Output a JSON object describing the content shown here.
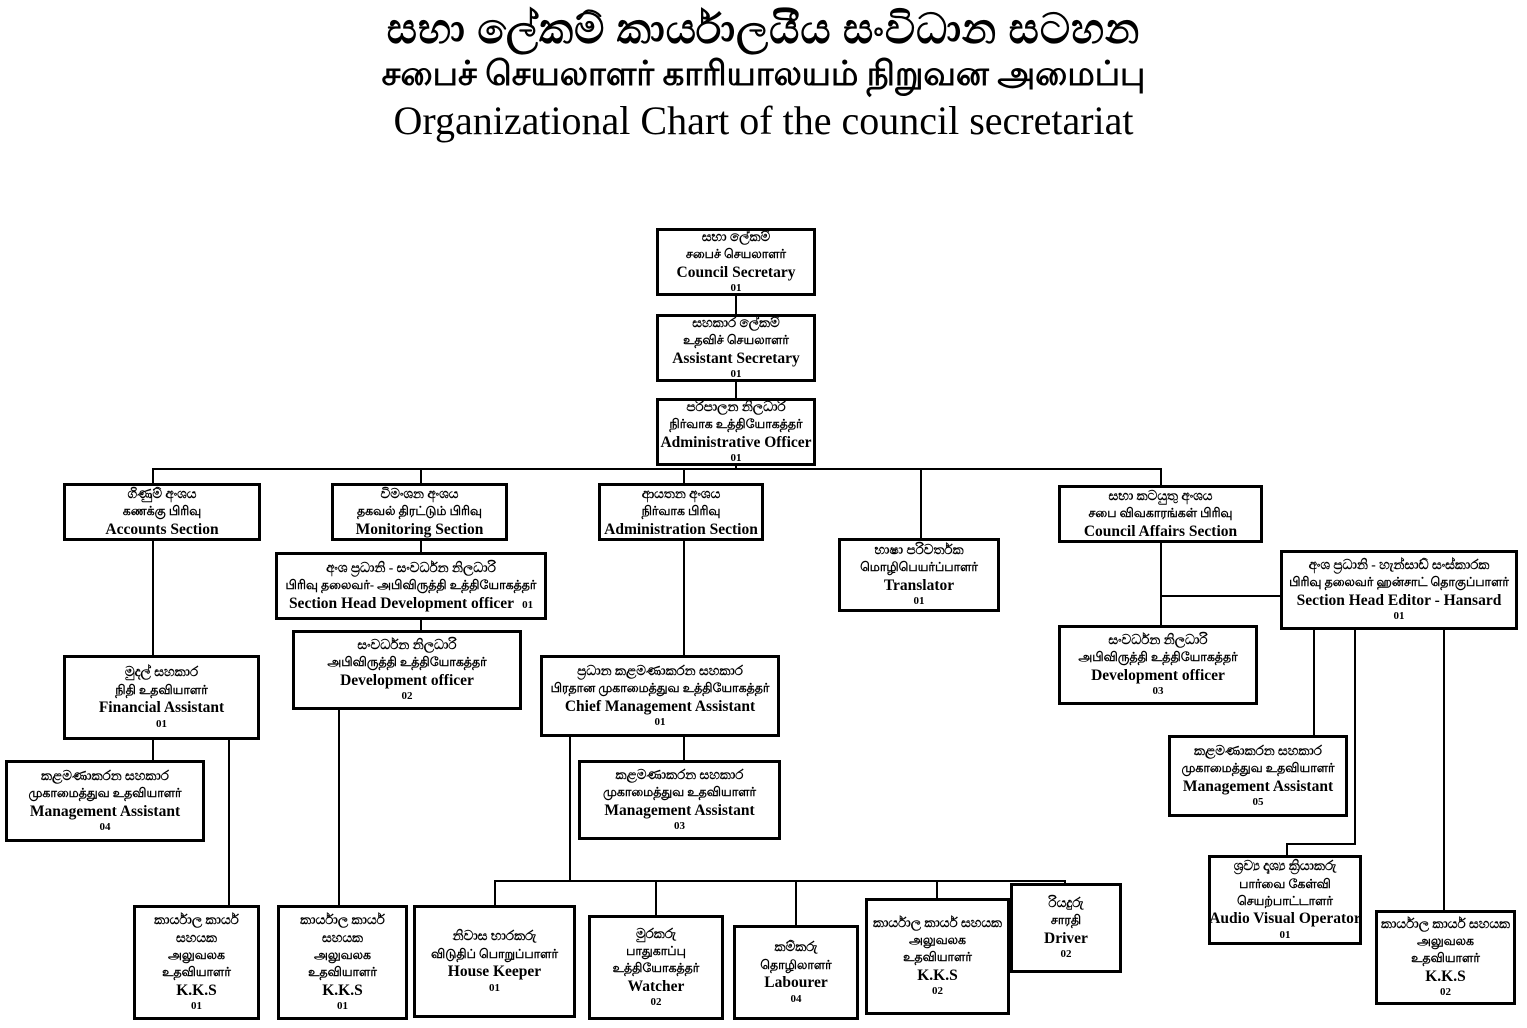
{
  "title": {
    "sinhala": "සභා ලේකම් කාර්යාලයීය සංවිධාන සටහන",
    "tamil": "சபைச் செயலாளர் காரியாலயம் நிறுவன அமைப்பு",
    "english": "Organizational  Chart of the council secretariat"
  },
  "nodes": {
    "council_secretary": {
      "si": [
        "සභා ලේකම්"
      ],
      "ta": [
        "சபைச் செயலாளர்"
      ],
      "en": "Council Secretary",
      "count": "01"
    },
    "assistant_secretary": {
      "si": [
        "සහකාර ලේකම්"
      ],
      "ta": [
        "உதவிச் செயலாளர்"
      ],
      "en": "Assistant Secretary",
      "count": "01"
    },
    "administrative_officer": {
      "si": [
        "පරිපාලන නිලධාරි"
      ],
      "ta": [
        "நிர்வாக உத்தியோகத்தர்"
      ],
      "en": "Administrative Officer",
      "count": "01"
    },
    "accounts_section": {
      "si": [
        "ගිණුම් අංශය"
      ],
      "ta": [
        "கணக்கு பிரிவு"
      ],
      "en": "Accounts Section"
    },
    "monitoring_section": {
      "si": [
        "විමංශන අංශය"
      ],
      "ta": [
        "தகவல் திரட்டும் பிரிவு"
      ],
      "en": "Monitoring Section"
    },
    "administration_section": {
      "si": [
        "ආයතන අංශය"
      ],
      "ta": [
        "நிர்வாக பிரிவு"
      ],
      "en": "Administration Section"
    },
    "council_affairs_section": {
      "si": [
        "සභා කටයුතු අංශය"
      ],
      "ta": [
        "சபை விவகாரங்கள் பிரிவு"
      ],
      "en": "Council Affairs Section"
    },
    "section_head_development_officer": {
      "si": [
        "අංශ ප්‍රධානි - සංවර්ධන නිලධාරි"
      ],
      "ta": [
        "பிரிவு தலைவர்- அபிவிருத்தி உத்தியோகத்தர்"
      ],
      "en": "Section Head  Development officer",
      "count": "01",
      "count_inline": true
    },
    "translator": {
      "si": [
        "භාෂා පරිවර්තක"
      ],
      "ta": [
        "மொழிபெயர்ப்பாளர்"
      ],
      "en": "Translator",
      "count": "01"
    },
    "section_head_editor_hansard": {
      "si": [
        "අංශ ප්‍රධානි - හැන්සාඩ් සංස්කාරක"
      ],
      "ta": [
        "பிரிவு தலைவர் ஹன்சாட் தொகுப்பாளர்"
      ],
      "en": "Section Head  Editor - Hansard",
      "count": "01"
    },
    "development_officer_monitoring": {
      "si": [
        "සංවර්ධන නිලධාරි"
      ],
      "ta": [
        "அபிவிருத்தி உத்தியோகத்தர்"
      ],
      "en": "Development officer",
      "count": "02"
    },
    "financial_assistant": {
      "si": [
        "මුදල් සහකාර"
      ],
      "ta": [
        "நிதி உதவியாளர்"
      ],
      "en": "Financial Assistant",
      "count": "01"
    },
    "chief_management_assistant": {
      "si": [
        "ප්‍රධාන කළමණාකරන සහකාර"
      ],
      "ta": [
        "பிரதான முகாமைத்துவ உத்தியோகத்தர்"
      ],
      "en": "Chief Management Assistant",
      "count": "01"
    },
    "development_officer_council": {
      "si": [
        "සංවර්ධන නිලධාරි"
      ],
      "ta": [
        "அபிவிருத்தி உத்தியோகத்தர்"
      ],
      "en": "Development officer",
      "count": "03"
    },
    "management_assistant_accounts": {
      "si": [
        "කළමණාකරන සහකාර"
      ],
      "ta": [
        "முகாமைத்துவ உதவியாளர்"
      ],
      "en": "Management Assistant",
      "count": "04"
    },
    "management_assistant_administration": {
      "si": [
        "කළමණාකරන සහකාර"
      ],
      "ta": [
        "முகாமைத்துவ உதவியாளர்"
      ],
      "en": "Management Assistant",
      "count": "03"
    },
    "management_assistant_hansard": {
      "si": [
        "කළමණාකරන සහකාර"
      ],
      "ta": [
        "முகாமைத்துவ உதவியாளர்"
      ],
      "en": "Management Assistant",
      "count": "05"
    },
    "kks_accounts_1": {
      "si": [
        "කාර්යාල කාර්ය",
        "සහයක"
      ],
      "ta": [
        "அலுவலக",
        "உதவியாளர்"
      ],
      "en": "K.K.S",
      "count": "01"
    },
    "kks_monitoring": {
      "si": [
        "කාර්යාල කාර්ය",
        "සහයක"
      ],
      "ta": [
        "அலுவலக",
        "உதவியாளர்"
      ],
      "en": "K.K.S",
      "count": "01"
    },
    "house_keeper": {
      "si": [
        "නිවාස භාරකරු"
      ],
      "ta": [
        "விடுதிப் பொறுப்பாளர்"
      ],
      "en": "House Keeper",
      "count": "01"
    },
    "watcher": {
      "si": [
        "මුරකරු"
      ],
      "ta": [
        "பாதுகாப்பு",
        "உத்தியோகத்தர்"
      ],
      "en": "Watcher",
      "count": "02"
    },
    "labourer": {
      "si": [
        "කම්කරු"
      ],
      "ta": [
        "தொழிலாளர்"
      ],
      "en": "Labourer",
      "count": "04"
    },
    "kks_administration": {
      "si": [
        "කාර්යාල කාර්ය සහයක"
      ],
      "ta": [
        "அலுவலக",
        "உதவியாளர்"
      ],
      "en": "K.K.S",
      "count": "02"
    },
    "driver": {
      "si": [
        "රියදුරු"
      ],
      "ta": [
        "சாரதி"
      ],
      "en": "Driver",
      "count": "02"
    },
    "audio_visual_operator": {
      "si": [
        "ශ්‍රව්‍ය දෘශ්‍ය ක්‍රියාකරු"
      ],
      "ta": [
        "பார்வை கேள்வி",
        "செயற்பாட்டாளர்"
      ],
      "en": "Audio Visual Operator",
      "count": "01"
    },
    "kks_hansard": {
      "si": [
        "කාර්යාල කාර්ය සහයක"
      ],
      "ta": [
        "அலுவலக",
        "உதவியாளர்"
      ],
      "en": "K.K.S",
      "count": "02"
    }
  }
}
